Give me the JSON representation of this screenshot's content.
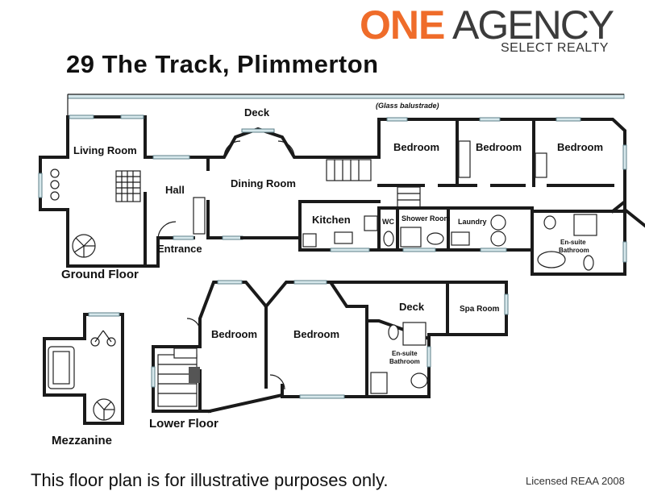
{
  "header": {
    "logo_brand_one": "ONE",
    "logo_brand_agency": "AGENCY",
    "logo_sub": "SELECT REALTY",
    "address": "29 The Track, Plimmerton"
  },
  "floors": {
    "ground": "Ground Floor",
    "lower": "Lower Floor",
    "mezzanine": "Mezzanine"
  },
  "rooms": {
    "deck_top": "Deck",
    "glass_balustrade": "(Glass balustrade)",
    "living_room": "Living Room",
    "hall": "Hall",
    "dining_room": "Dining Room",
    "entrance": "Entrance",
    "kitchen": "Kitchen",
    "wc": "WC",
    "shower_room": "Shower Room",
    "laundry": "Laundry",
    "bedroom_1": "Bedroom",
    "bedroom_2": "Bedroom",
    "bedroom_3": "Bedroom",
    "ensuite_top_a": "En-suite",
    "ensuite_top_b": "Bathroom",
    "lower_bedroom_1": "Bedroom",
    "lower_bedroom_2": "Bedroom",
    "deck_lower": "Deck",
    "spa_room": "Spa Room",
    "ensuite_lower_a": "En-suite",
    "ensuite_lower_b": "Bathroom"
  },
  "footer": {
    "disclaimer": "This floor plan is for illustrative purposes only.",
    "licensed": "Licensed REAA 2008"
  },
  "colors": {
    "brand_orange": "#ef6c2a",
    "brand_grey": "#3b3b3b",
    "window_fill": "#d7e8ec",
    "wall": "#1a1a1a"
  }
}
